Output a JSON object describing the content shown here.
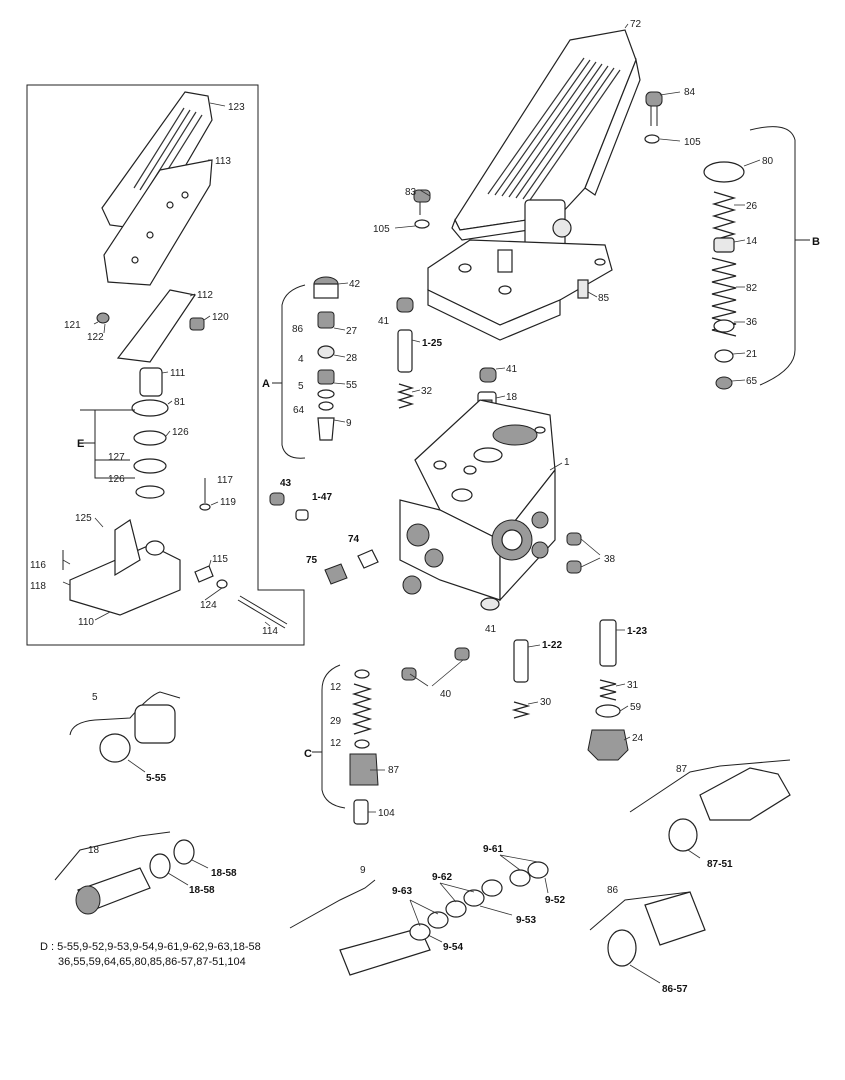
{
  "labels": {
    "p72": "72",
    "p84": "84",
    "p105a": "105",
    "p80": "80",
    "p26": "26",
    "p14": "14",
    "pB": "B",
    "p82": "82",
    "p36": "36",
    "p21": "21",
    "p65": "65",
    "p83": "83",
    "p105b": "105",
    "p85": "85",
    "p42": "42",
    "p86": "86",
    "p27": "27",
    "p4": "4",
    "p28": "28",
    "p5": "5",
    "p55": "55",
    "p64": "64",
    "p9": "9",
    "pA": "A",
    "p41a": "41",
    "p125": "1-25",
    "p32": "32",
    "p41b": "41",
    "p18": "18",
    "p1": "1",
    "p43": "43",
    "p147": "1-47",
    "p74": "74",
    "p75": "75",
    "p38": "38",
    "p41c": "41",
    "p122": "1-22",
    "p123b": "1-23",
    "p30": "30",
    "p31": "31",
    "p59": "59",
    "p24": "24",
    "p40": "40",
    "p12a": "12",
    "p29": "29",
    "p12b": "12",
    "pC": "C",
    "p87": "87",
    "p104": "104",
    "p123": "123",
    "p113": "113",
    "p112": "112",
    "p121": "121",
    "p122x": "122",
    "p120": "120",
    "p111": "111",
    "p81": "81",
    "pE": "E",
    "p126a": "126",
    "p127": "127",
    "p126b": "126",
    "p117": "117",
    "p119": "119",
    "p125x": "125",
    "p116": "116",
    "p118": "118",
    "p115": "115",
    "p124": "124",
    "p110": "110",
    "p114": "114",
    "d5": "5",
    "d555": "5-55",
    "d87": "87",
    "d8751": "87-51",
    "d18": "18",
    "d1858a": "18-58",
    "d1858b": "18-58",
    "d9": "9",
    "d961": "9-61",
    "d962": "9-62",
    "d963": "9-63",
    "d952": "9-52",
    "d953": "9-53",
    "d954": "9-54",
    "d86": "86",
    "d8657": "86-57"
  },
  "kit_note": {
    "line1": "D : 5-55,9-52,9-53,9-54,9-61,9-62,9-63,18-58",
    "line2": "36,55,59,64,65,80,85,86-57,87-51,104"
  }
}
